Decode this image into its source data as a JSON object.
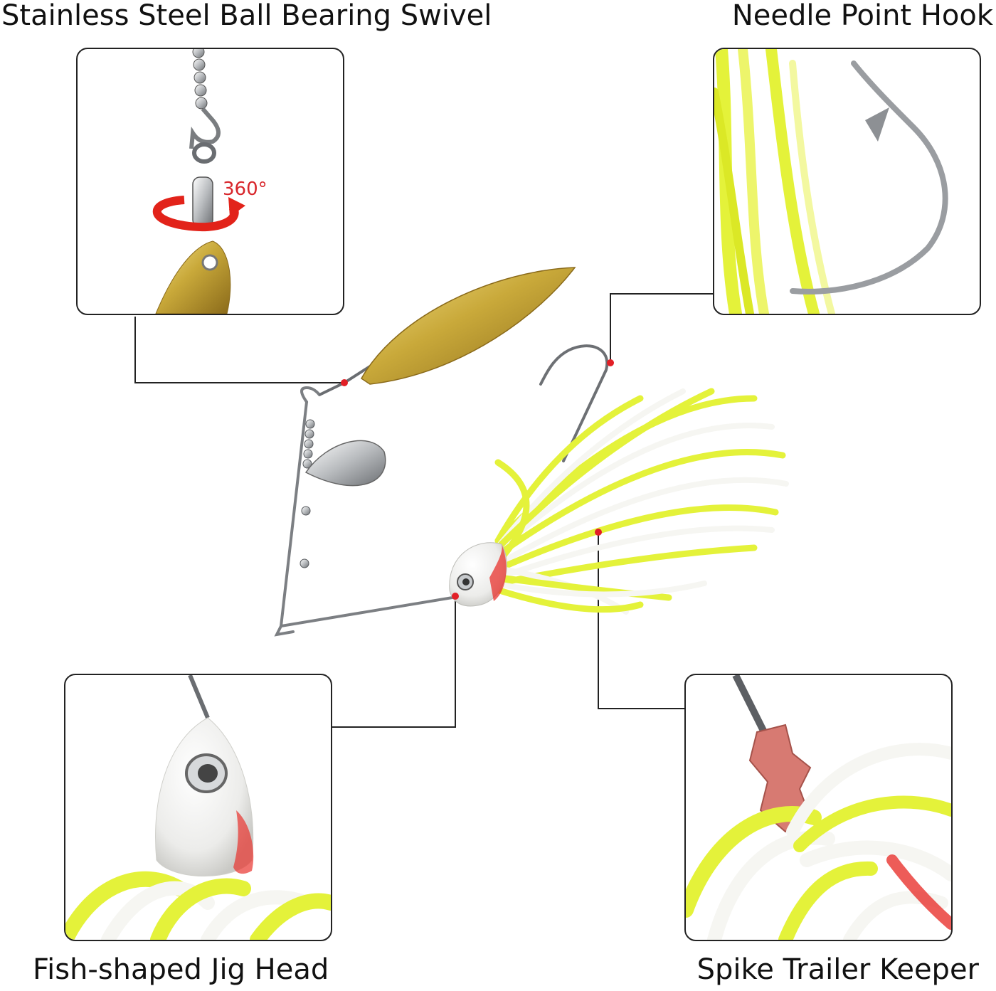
{
  "labels": {
    "swivel": "Stainless Steel Ball Bearing Swivel",
    "hook": "Needle Point Hook",
    "jig_head": "Fish-shaped Jig Head",
    "trailer_keeper": "Spike Trailer Keeper"
  },
  "swivel_panel": {
    "rotation": "360°"
  },
  "colors": {
    "chartreuse": "#e4f23a",
    "white_skirt": "#f6f6f2",
    "gold_blade": "#c9a93a",
    "silver": "#b9bcbf",
    "callout_dot": "#e21f26",
    "accent_red": "#e8332e"
  }
}
